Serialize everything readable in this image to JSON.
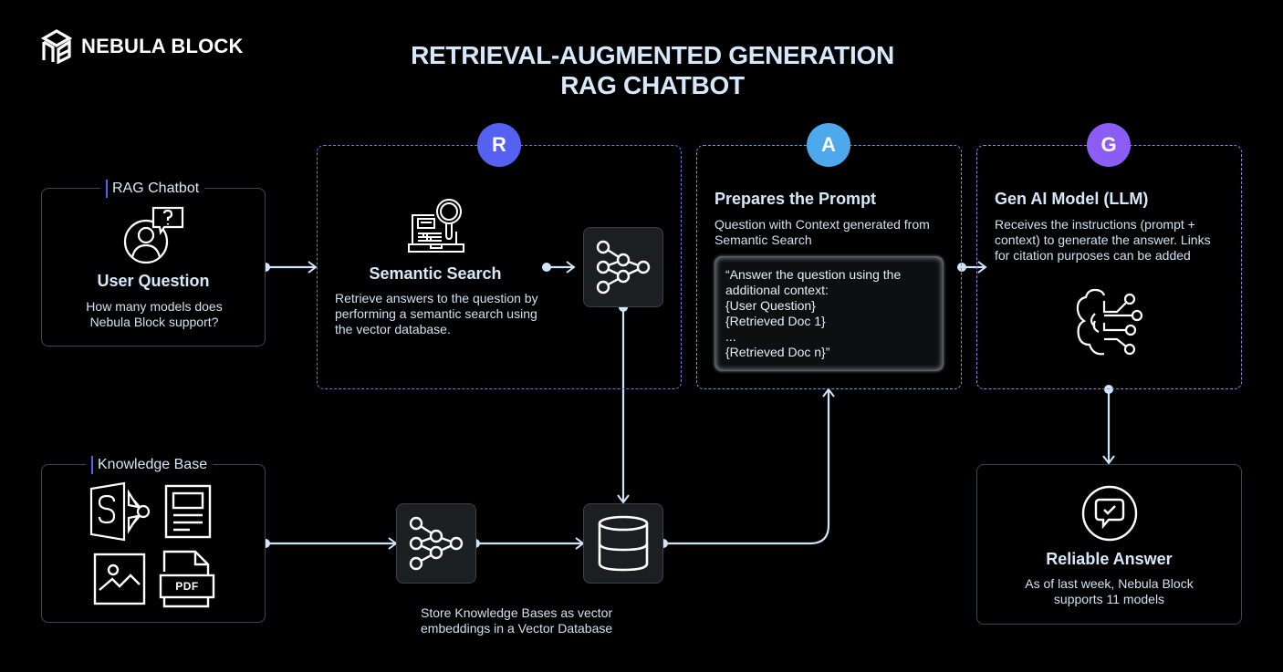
{
  "brand": {
    "name": "NEBULA BLOCK",
    "logo_icon": "nebula-block-cube-logo"
  },
  "title": {
    "line1": "RETRIEVAL-AUGMENTED GENERATION",
    "line2": "RAG CHATBOT"
  },
  "colors": {
    "background": "#000000",
    "text_primary": "#d5e9fb",
    "connector": "#cfe6fa",
    "stage_r": "#5561f0",
    "stage_a": "#4ea8ec",
    "stage_g": "#8b5cf6",
    "label_bar": "#5561f0",
    "node_fill": "#1c1f22"
  },
  "user_question": {
    "label": "RAG Chatbot",
    "icon": "user-question-icon",
    "heading": "User Question",
    "text": "How many models does Nebula Block support?"
  },
  "knowledge_base": {
    "label": "Knowledge Base",
    "icons": [
      "sharepoint-icon",
      "document-icon",
      "image-icon",
      "pdf-icon"
    ],
    "pdf_text": "PDF"
  },
  "stages": {
    "r": {
      "letter": "R",
      "icon": "laptop-search-icon",
      "heading": "Semantic Search",
      "text": "Retrieve answers to the question by performing a semantic search using the vector database."
    },
    "a": {
      "letter": "A",
      "heading": "Prepares the Prompt",
      "text": "Question with Context generated from Semantic Search",
      "prompt": "“Answer the question using the additional context:\n{User Question}\n{Retrieved Doc 1}\n...\n{Retrieved Doc n}”"
    },
    "g": {
      "letter": "G",
      "icon": "ai-brain-icon",
      "heading": "Gen AI Model (LLM)",
      "text": "Receives the instructions (prompt + context) to generate the answer. Links for citation purposes can be added"
    }
  },
  "embedding_caption": "Store Knowledge Bases as vector embeddings in a Vector Database",
  "answer": {
    "icon": "chat-check-icon",
    "heading": "Reliable Answer",
    "text": "As of last week, Nebula Block supports 11 models"
  }
}
